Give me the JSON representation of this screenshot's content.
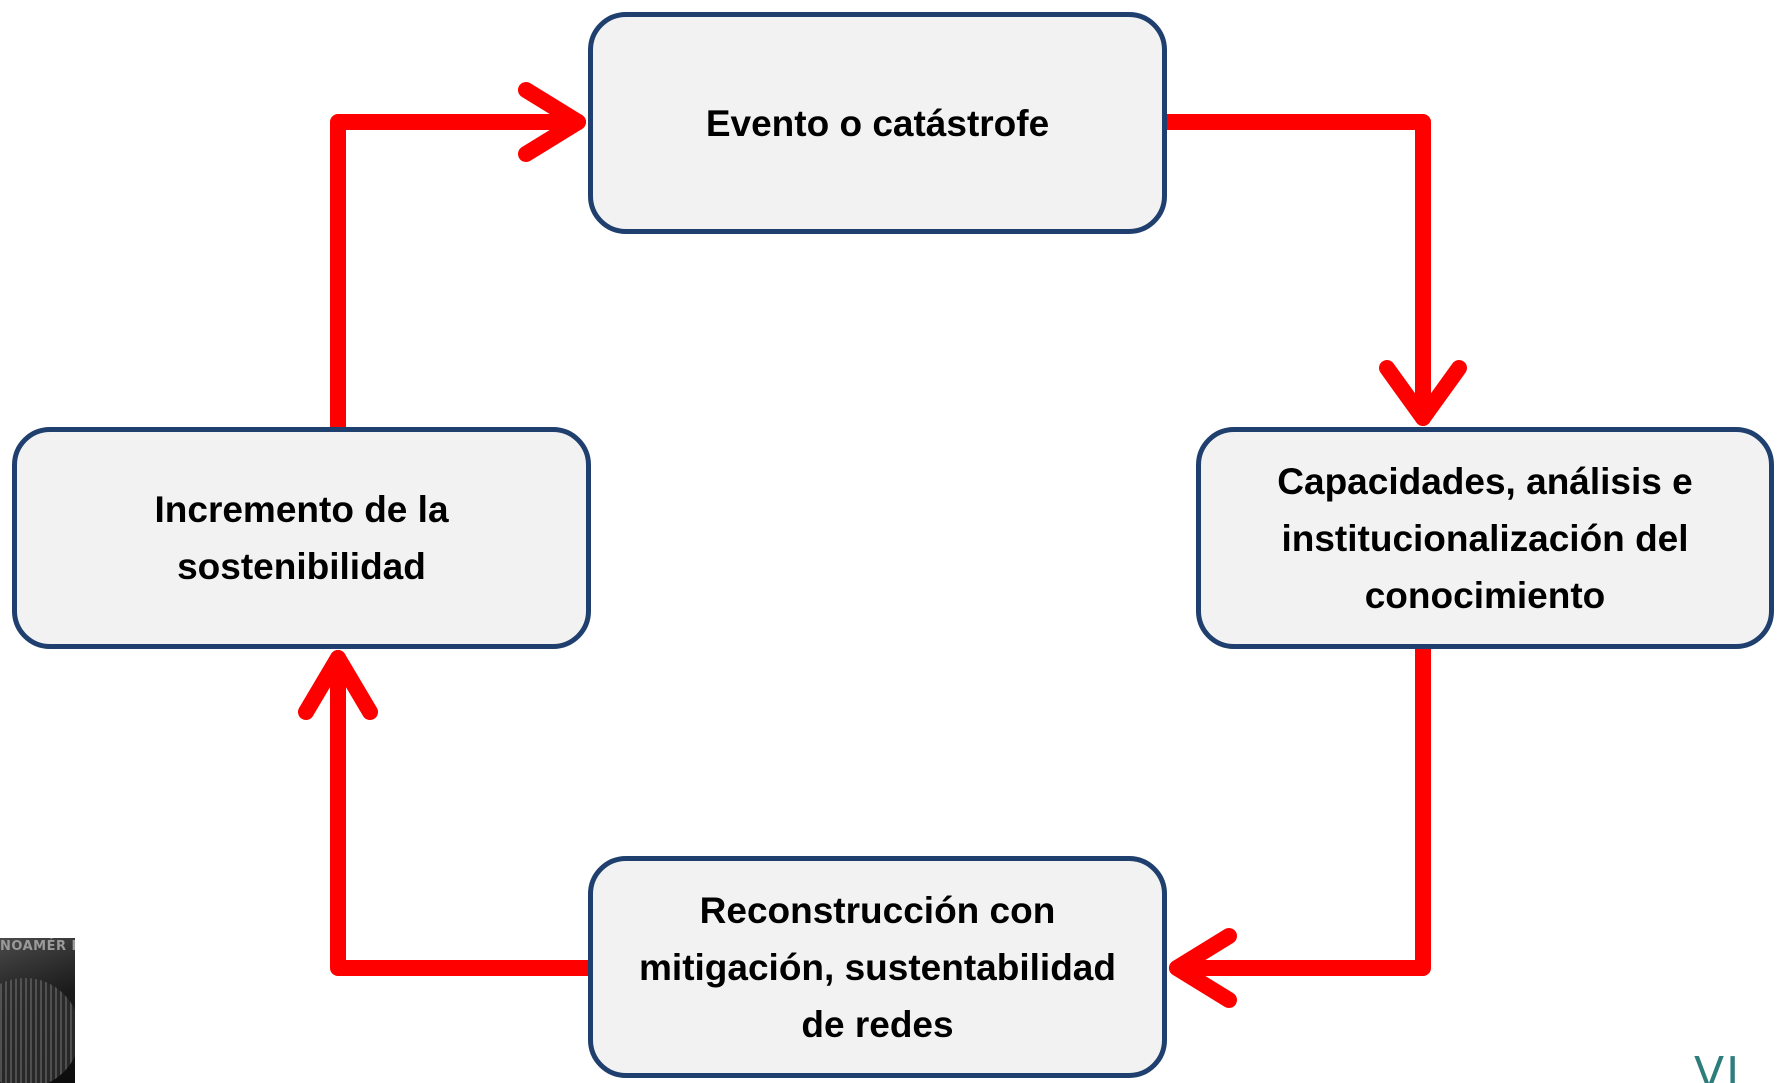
{
  "diagram": {
    "nodes": {
      "top": "Evento o catástrofe",
      "right": "Capacidades, análisis e institucionalización del conocimiento",
      "bottom": "Reconstrucción con mitigación, sustentabilidad de redes",
      "left": "Incremento de la sostenibilidad"
    },
    "colors": {
      "arrow": "#ff0000",
      "box_border": "#1f3f6e",
      "box_fill": "#f2f2f2"
    }
  },
  "logos": {
    "left_text": "NOAMÉR BLE",
    "right_text": "VI"
  }
}
